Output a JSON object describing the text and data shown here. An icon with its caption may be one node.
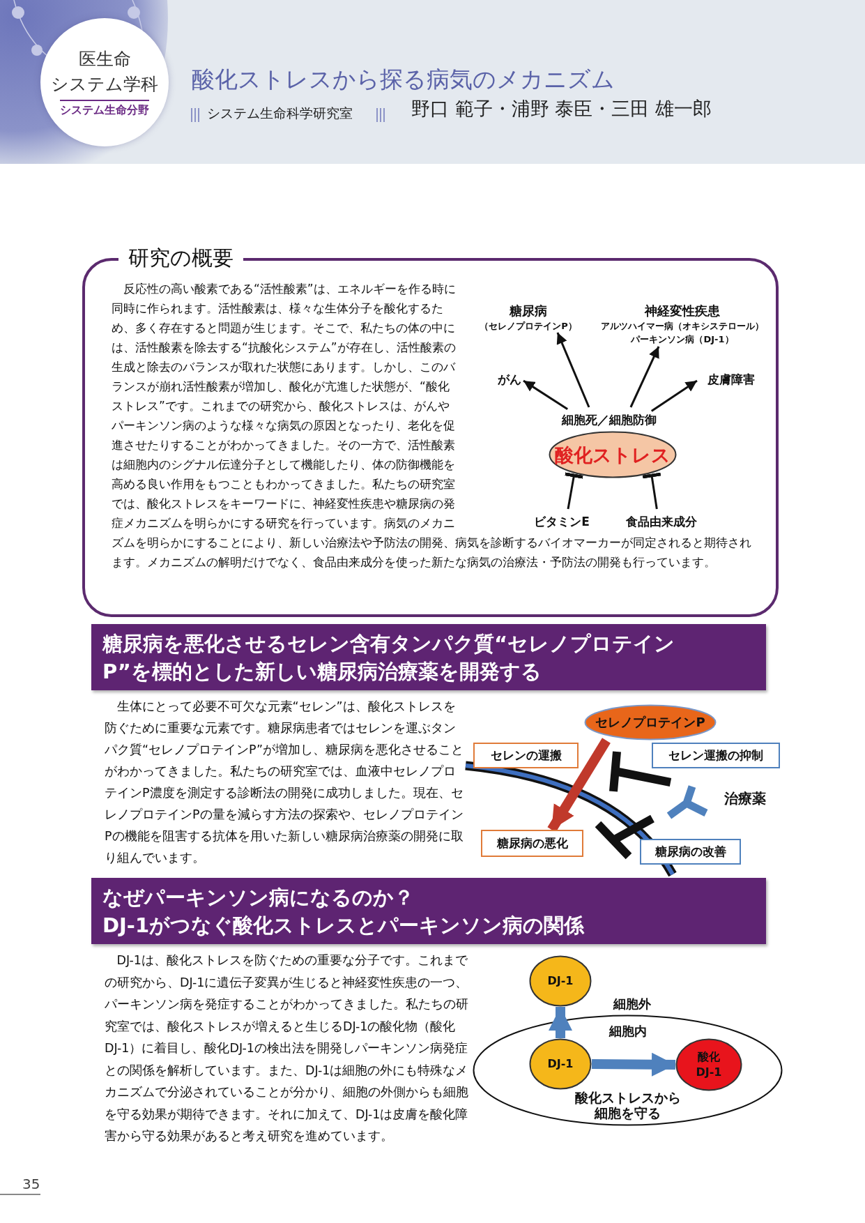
{
  "diagram": {
    "title": "酸化ストレスから探る病気のメカニズム",
    "nodes": [
      {
        "text": [
          "医生命",
          "システム学科",
          "システム生命分野"
        ]
      },
      {
        "text": [
          "研究の概要",
          "反応性の高い酸素である“活性酸素”は、エネルギーを作る時に同時に作られます。活性酸素は、様々な生体分子を酸化するため、多く存在すると問題が生じます。そこで、私たちの体の中には、活性酸素を除去する“抗酸化システム”が存在し、活性酸素の生成と除去のバランスが取れた状態にあります。しかし、このバランスが崩れ活性酸素が増加し、酸化が亢進した状態が、“酸化ストレス”です。これまでの研究から、酸化ストレスは、がんやパーキンソン病のような様々な病気の原因となったり、老化を促進させたりすることがわかってきました。その一方で、活性酸素は細胞内のシグナル伝達分子として機能したり、体の防御機能を高める良い作用をもつこともわかってきました。私たちの研究室では、酸化ストレスをキーワードに、神経変性疾患や糖尿病の発症メカニズムを明らかにする研究を行っています。病気のメカニズムを明らかにすることにより、新しい治療法や予防法の開発、病気を診断するバイオマーカーが同定されると期待されます。メカニズムの解明だけでなく、食品由来成分を使った新たな病気の治療法・予防法の開発も行っています。"
        ]
      },
      {
        "text": [
          "糖尿病",
          "（セレノプロテインP）"
        ],
        "in": 1
      },
      {
        "text": [
          "神経変性疾患",
          "アルツハイマー病（オキシステロール）",
          "パーキンソン病（DJ-1）"
        ],
        "in": 1
      },
      {
        "text": [
          "がん"
        ],
        "in": 1
      },
      {
        "text": [
          "皮膚障害"
        ],
        "in": 1
      },
      {
        "text": [
          "細胞死／細胞防御"
        ],
        "in": 1
      },
      {
        "text": [
          "酸化ストレス"
        ],
        "in": 1
      },
      {
        "text": [
          "ビタミンE"
        ],
        "in": 1
      },
      {
        "text": [
          "食品由来成分"
        ],
        "in": 1
      },
      {
        "text": [
          "糖尿病を悪化させるセレン含有タンパク質“セレノプロテインP”を標的とした新しい糖尿病治療薬を開発する"
        ]
      },
      {
        "text": [
          "セレノプロテインP"
        ]
      },
      {
        "text": [
          "セレンの運搬"
        ]
      },
      {
        "text": [
          "セレン運搬の抑制"
        ]
      },
      {
        "text": [
          "治療薬"
        ]
      },
      {
        "text": [
          "糖尿病の悪化"
        ]
      },
      {
        "text": [
          "糖尿病の改善"
        ]
      },
      {
        "text": [
          "なぜパーキンソン病になるのか？",
          "DJ-1がつなぐ酸化ストレスとパーキンソン病の関係"
        ]
      },
      {
        "text": [
          "DJ-1"
        ]
      },
      {
        "text": [
          "細胞内",
          "酸化ストレスから細胞を守る"
        ]
      },
      {
        "text": [
          "DJ-1"
        ],
        "in": 19
      },
      {
        "text": [
          "酸化",
          "DJ-1"
        ],
        "in": 19
      }
    ],
    "edges": [
      {
        "from": 6,
        "to": 2,
        "arrow": "to"
      },
      {
        "from": 6,
        "to": 3,
        "arrow": "to"
      },
      {
        "from": 6,
        "to": 4,
        "arrow": "to"
      },
      {
        "from": 6,
        "to": 5,
        "arrow": "to"
      },
      {
        "from": 8,
        "to": 7,
        "arrow": "other"
      },
      {
        "from": 9,
        "to": 7,
        "arrow": "other"
      },
      {
        "from": 11,
        "to": 15,
        "arrow": "to",
        "style": "thick",
        "color": "#c0392b"
      },
      {
        "from": 20,
        "to": 18,
        "arrow": "to",
        "style": "thick",
        "color": "#4f81bd"
      },
      {
        "from": 20,
        "to": 21,
        "arrow": "to",
        "style": "thick",
        "color": "#4f81bd"
      }
    ],
    "labels": [
      "システム生命科学研究室",
      "野口 範子・浦野 泰臣・三田 雄一郎",
      "生体にとって必要不可欠な元素“セレン”は、酸化ストレスを防ぐために重要な元素です。糖尿病患者ではセレンを運ぶタンパク質“セレノプロテインP”が増加し、糖尿病を悪化させることがわかってきました。私たちの研究室では、血液中セレノプロテインP濃度を測定する診断法の開発に成功しました。現在、セレノプロテインPの量を減らす方法の探索や、セレノプロテインPの機能を阻害する抗体を用いた新しい糖尿病治療薬の開発に取り組んでいます。",
      "DJ-1は、酸化ストレスを防ぐための重要な分子です。これまでの研究から、DJ-1に遺伝子変異が生じると神経変性疾患の一つ、パーキンソン病を発症することがわかってきました。私たちの研究室では、酸化ストレスが増えると生じるDJ-1の酸化物（酸化DJ-1）に着目し、酸化DJ-1の検出法を開発しパーキンソン病発症との関係を解析しています。また、DJ-1は細胞の外にも特殊なメカニズムで分泌されていることが分かり、細胞の外側からも細胞を守る効果が期待できます。それに加えて、DJ-1は皮膚を酸化障害から守る効果があると考え研究を進めています。",
      "細胞外",
      "35"
    ]
  }
}
